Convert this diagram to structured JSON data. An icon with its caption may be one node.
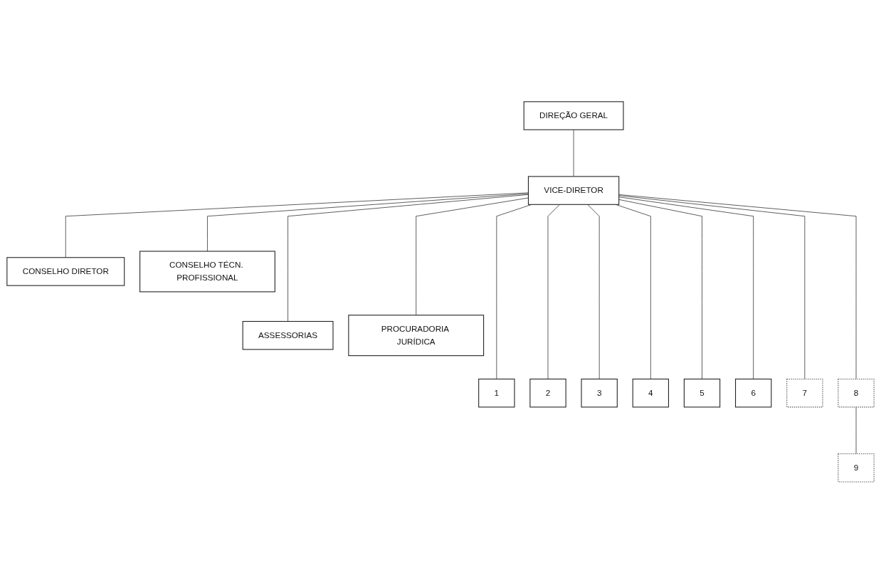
{
  "diagram": {
    "nodes": [
      {
        "text": [
          "DIREÇÃO GERAL"
        ]
      },
      {
        "text": [
          "VICE-DIRETOR"
        ]
      },
      {
        "text": [
          "CONSELHO DIRETOR"
        ]
      },
      {
        "text": [
          "CONSELHO TÉCN. PROFISSIONAL"
        ]
      },
      {
        "text": [
          "ASSESSORIAS"
        ]
      },
      {
        "text": [
          "PROCURADORIA JURÍDICA"
        ]
      },
      {
        "text": [
          "1"
        ]
      },
      {
        "text": [
          "2"
        ]
      },
      {
        "text": [
          "3"
        ]
      },
      {
        "text": [
          "4"
        ]
      },
      {
        "text": [
          "5"
        ]
      },
      {
        "text": [
          "6"
        ]
      },
      {
        "text": [
          "7"
        ]
      },
      {
        "text": [
          "8"
        ]
      },
      {
        "text": [
          "9"
        ]
      }
    ],
    "edges": [
      {
        "from": 0,
        "to": 1,
        "arrow": "none"
      },
      {
        "from": 1,
        "to": 2,
        "arrow": "none"
      },
      {
        "from": 1,
        "to": 3,
        "arrow": "none"
      },
      {
        "from": 1,
        "to": 4,
        "arrow": "none"
      },
      {
        "from": 1,
        "to": 5,
        "arrow": "none"
      },
      {
        "from": 1,
        "to": 6,
        "arrow": "none"
      },
      {
        "from": 1,
        "to": 7,
        "arrow": "none"
      },
      {
        "from": 1,
        "to": 8,
        "arrow": "none"
      },
      {
        "from": 1,
        "to": 9,
        "arrow": "none"
      },
      {
        "from": 1,
        "to": 10,
        "arrow": "none"
      },
      {
        "from": 1,
        "to": 11,
        "arrow": "none"
      },
      {
        "from": 1,
        "to": 12,
        "arrow": "none"
      },
      {
        "from": 1,
        "to": 13,
        "arrow": "none"
      },
      {
        "from": 13,
        "to": 14,
        "arrow": "none"
      }
    ]
  }
}
